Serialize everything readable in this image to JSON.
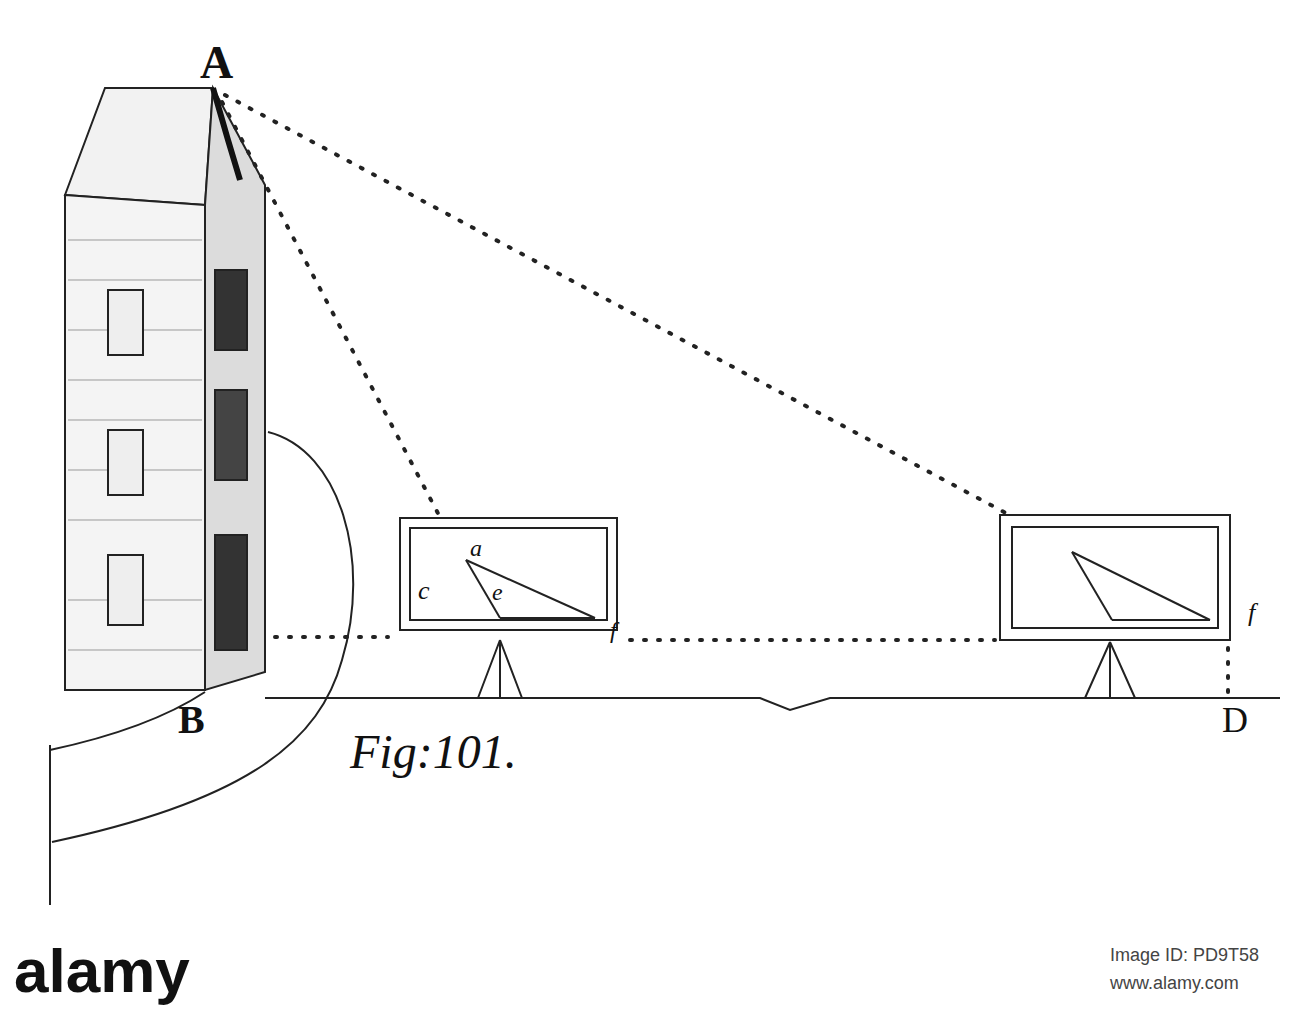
{
  "diagram": {
    "labels": [
      "A",
      "B",
      "D",
      "Fig:101.",
      "a",
      "c",
      "e",
      "f",
      "f",
      "alamy",
      "Image ID: PD9T58",
      "www.alamy.com"
    ]
  }
}
